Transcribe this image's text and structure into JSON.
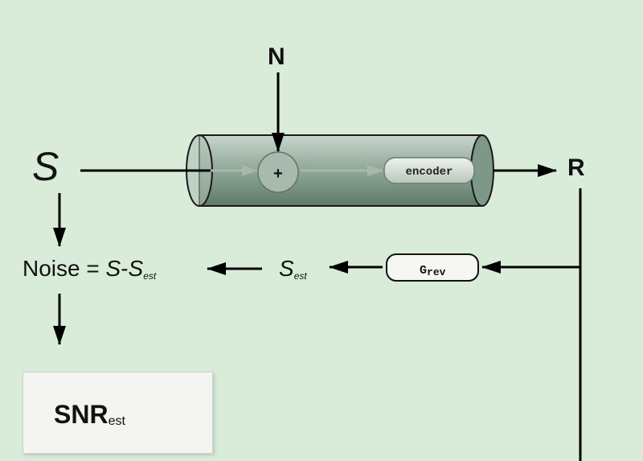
{
  "signals": {
    "input": "S",
    "noise_input": "N",
    "response": "R",
    "estimate": "S",
    "estimate_subscript": "est"
  },
  "blocks": {
    "adder": "+",
    "encoder": "encoder",
    "decoder_main": "G",
    "decoder_subscript": "rev"
  },
  "noise_equation": {
    "prefix": "Noise = ",
    "term1": "S",
    "minus": "-",
    "term2": "S",
    "term2_subscript": "est"
  },
  "snr_box": {
    "main": "SNR",
    "subscript": "est"
  },
  "colors": {
    "background": "#d9ecd9",
    "channel_fill": "#8fa89a",
    "arrow": "#000000"
  }
}
